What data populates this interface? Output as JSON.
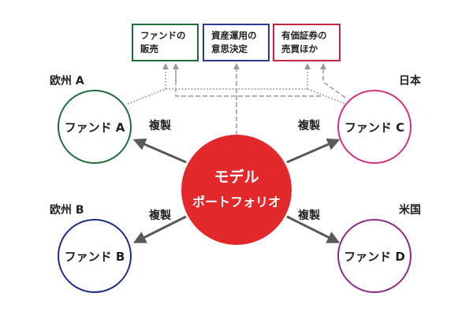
{
  "top_boxes": {
    "sales": [
      "ファンドの",
      "販売"
    ],
    "asset_management": [
      "資産運用の",
      "意思決定"
    ],
    "custody": [
      "有価証券の",
      "売買ほか"
    ]
  },
  "regions": {
    "europe_a": "欧州 A",
    "japan": "日本",
    "europe_b": "欧州 B",
    "us": "米国"
  },
  "funds": {
    "a": "ファンド A",
    "b": "ファンド B",
    "c": "ファンド C",
    "d": "ファンド D"
  },
  "copy_label": "複製",
  "model_portfolio": [
    "モデル",
    "ポートフォリオ"
  ],
  "colors": {
    "model": "#e2282b",
    "fund_a": "#1f6b3a",
    "fund_b": "#1c2b8a",
    "fund_c": "#d3307e",
    "fund_d": "#8b2a86",
    "box_sales": "#1f6b3a",
    "box_asset": "#2b3a8c",
    "box_custody": "#c0263c",
    "connector": "#9a9a9a",
    "arrow": "#595959"
  }
}
